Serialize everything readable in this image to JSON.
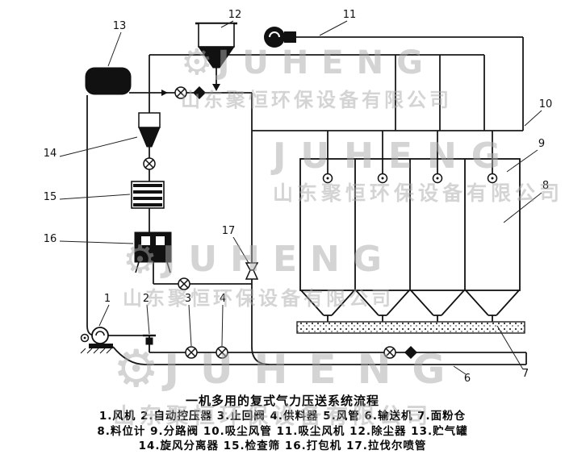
{
  "watermark": {
    "brand": "JUHENG",
    "company": "山东聚恒环保设备有限公司",
    "gear_icon": "⚙"
  },
  "caption": {
    "title": "一机多用的复式气力压送系统流程",
    "legend_lines": [
      "1.风机 2.自动控压器 3.止回阀 4.供料器 5.风管 6.输送机 7.面粉仓",
      "8.料位计 9.分路阀 10.吸尘风管 11.吸尘风机 12.除尘器 13.贮气罐",
      "14.旋风分离器 15.检查筛 16.打包机 17.拉伐尔喷管"
    ]
  },
  "diagram": {
    "callouts": [
      {
        "id": "13",
        "target": "air-storage-tank"
      },
      {
        "id": "12",
        "target": "dust-collector"
      },
      {
        "id": "11",
        "target": "dust-suction-fan"
      },
      {
        "id": "10",
        "target": "dust-suction-pipe"
      },
      {
        "id": "9",
        "target": "diverter-valve"
      },
      {
        "id": "8",
        "target": "level-indicator"
      },
      {
        "id": "14",
        "target": "cyclone-separator"
      },
      {
        "id": "15",
        "target": "check-screen"
      },
      {
        "id": "16",
        "target": "packing-machine"
      },
      {
        "id": "17",
        "target": "laval-nozzle"
      },
      {
        "id": "1",
        "target": "blower"
      },
      {
        "id": "2",
        "target": "auto-pressure-controller"
      },
      {
        "id": "3",
        "target": "check-valve"
      },
      {
        "id": "4",
        "target": "feeder"
      },
      {
        "id": "6",
        "target": "conveyor"
      },
      {
        "id": "7",
        "target": "flour-silo"
      }
    ]
  }
}
